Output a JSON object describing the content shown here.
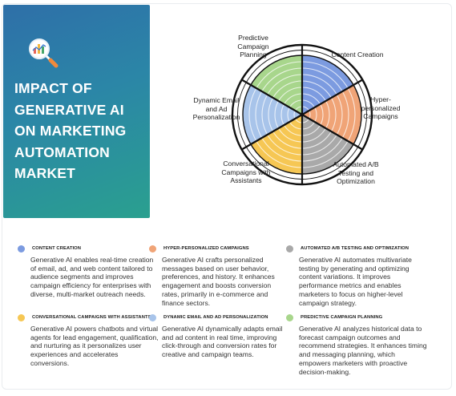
{
  "banner": {
    "title": "IMPACT OF GENERATIVE AI ON MARKETING AUTOMATION MARKET",
    "icon": "analytics-magnifier-icon"
  },
  "diagram": {
    "labels": {
      "predictive": "Predictive Campaign Planning",
      "content": "Content Creation",
      "hyper": "Hyper-personalized Campaigns",
      "ab": "Automated A/B Testing and Optimization",
      "conversational": "Conversational Campaigns with Assistants",
      "email": "Dynamic Email and Ad Personalization"
    },
    "colors": {
      "content": "#7c9be0",
      "hyper": "#f0a477",
      "ab": "#a9a9a9",
      "conversational": "#f6c754",
      "email": "#a8c4ea",
      "predictive": "#a8d68c",
      "outline": "#111111"
    }
  },
  "items": [
    {
      "title": "CONTENT CREATION",
      "body": "Generative AI enables real-time creation of email, ad, and web content tailored to audience segments and improves campaign efficiency for enterprises with diverse, multi-market outreach needs.",
      "color": "#7c9be0"
    },
    {
      "title": "HYPER-PERSONALIZED CAMPAIGNS",
      "body": "Generative AI crafts personalized messages based on user behavior, preferences, and history. It enhances engagement and boosts conversion rates, primarily in e-commerce and finance sectors.",
      "color": "#f0a477"
    },
    {
      "title": "AUTOMATED A/B TESTING AND OPTIMIZATION",
      "body": "Generative AI automates multivariate testing by generating and optimizing content variations. It improves performance metrics and enables marketers to focus on higher-level campaign strategy.",
      "color": "#a9a9a9"
    },
    {
      "title": "CONVERSATIONAL CAMPAIGNS WITH ASSISTANTS",
      "body": "Generative AI powers chatbots and virtual agents for lead engagement, qualification, and nurturing as it personalizes user experiences and accelerates conversions.",
      "color": "#f6c754"
    },
    {
      "title": "DYNAMIC EMAIL AND AD PERSONALIZATION",
      "body": "Generative AI dynamically adapts email and ad content in real time, improving click-through and conversion rates for creative and campaign teams.",
      "color": "#a8c4ea"
    },
    {
      "title": "PREDICTIVE CAMPAIGN PLANNING",
      "body": "Generative AI analyzes historical data to forecast campaign outcomes and recommend strategies. It enhances timing and messaging planning, which empowers marketers with proactive decision-making.",
      "color": "#a8d68c"
    }
  ]
}
